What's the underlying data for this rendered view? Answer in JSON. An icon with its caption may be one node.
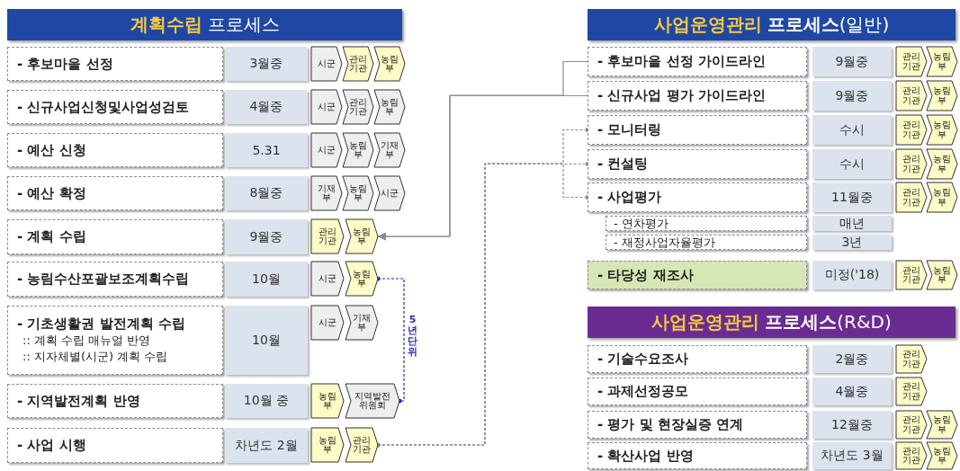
{
  "diagram": {
    "nodes": [
      {
        "text": [
          "계획수립",
          "프로세스"
        ]
      },
      {
        "text": [
          "- 후보마을 선정"
        ]
      },
      {
        "text": [
          "3월중"
        ]
      },
      {
        "text": [
          "시군"
        ]
      },
      {
        "text": [
          "관리 기관"
        ]
      },
      {
        "text": [
          "농림부"
        ]
      },
      {
        "text": [
          "- 신규사업신청및사업성검토"
        ]
      },
      {
        "text": [
          "4월중"
        ]
      },
      {
        "text": [
          "시군"
        ]
      },
      {
        "text": [
          "관리 기관"
        ]
      },
      {
        "text": [
          "농림부"
        ]
      },
      {
        "text": [
          "- 예산 신청"
        ]
      },
      {
        "text": [
          "5.31"
        ]
      },
      {
        "text": [
          "시군"
        ]
      },
      {
        "text": [
          "농림부"
        ]
      },
      {
        "text": [
          "기재부"
        ]
      },
      {
        "text": [
          "- 예산 확정"
        ]
      },
      {
        "text": [
          "8월중"
        ]
      },
      {
        "text": [
          "기재부"
        ]
      },
      {
        "text": [
          "농림부"
        ]
      },
      {
        "text": [
          "시군"
        ]
      },
      {
        "text": [
          "- 계획 수립"
        ]
      },
      {
        "text": [
          "9월중"
        ]
      },
      {
        "text": [
          "관리 기관"
        ]
      },
      {
        "text": [
          "농림부"
        ]
      },
      {
        "text": [
          "- 농림수산포괄보조계획수립"
        ]
      },
      {
        "text": [
          "10월"
        ]
      },
      {
        "text": [
          "시군"
        ]
      },
      {
        "text": [
          "농림부"
        ]
      },
      {
        "text": [
          "- 기초생활권 발전계획 수립",
          ":: 계획 수립 매뉴얼 반영",
          ":: 지자체별(시군) 계획 수립"
        ]
      },
      {
        "text": [
          "10월"
        ]
      },
      {
        "text": [
          "시군"
        ]
      },
      {
        "text": [
          "기재부"
        ]
      },
      {
        "text": [
          "- 지역발전계획 반영"
        ]
      },
      {
        "text": [
          "10월 중"
        ]
      },
      {
        "text": [
          "농림부"
        ]
      },
      {
        "text": [
          "지역발전 위원회"
        ]
      },
      {
        "text": [
          "- 사업 시행"
        ]
      },
      {
        "text": [
          "차년도 2월"
        ]
      },
      {
        "text": [
          "농림부"
        ]
      },
      {
        "text": [
          "관리 기관"
        ]
      },
      {
        "text": [
          "사업운영관리",
          "**프로세스**(일반)"
        ]
      },
      {
        "text": [
          "- 후보마을 선정 가이드라인"
        ]
      },
      {
        "text": [
          "9월중"
        ]
      },
      {
        "text": [
          "관리 기관"
        ]
      },
      {
        "text": [
          "농림부"
        ]
      },
      {
        "text": [
          "- 신규사업 평가 가이드라인"
        ]
      },
      {
        "text": [
          "9월중"
        ]
      },
      {
        "text": [
          "관리 기관"
        ]
      },
      {
        "text": [
          "농림부"
        ]
      },
      {
        "text": [
          "- 모니터링"
        ]
      },
      {
        "text": [
          "수시"
        ]
      },
      {
        "text": [
          "관리 기관"
        ]
      },
      {
        "text": [
          "농림부"
        ]
      },
      {
        "text": [
          "- 컨설팅"
        ]
      },
      {
        "text": [
          "수시"
        ]
      },
      {
        "text": [
          "관리 기관"
        ]
      },
      {
        "text": [
          "농림부"
        ]
      },
      {
        "text": [
          "- 사업평가"
        ]
      },
      {
        "text": [
          "11월중"
        ]
      },
      {
        "text": [
          "관리 기관"
        ]
      },
      {
        "text": [
          "농림부"
        ]
      },
      {
        "text": [
          "- 연차평가"
        ]
      },
      {
        "text": [
          "매년"
        ]
      },
      {
        "text": [
          "- 재정사업자율평가"
        ]
      },
      {
        "text": [
          "3년"
        ]
      },
      {
        "text": [
          "- 타당성 재조사"
        ]
      },
      {
        "text": [
          "미정('18)"
        ]
      },
      {
        "text": [
          "관리 기관"
        ]
      },
      {
        "text": [
          "농림부"
        ]
      },
      {
        "text": [
          "사업운영관리",
          "**프로세스**(R&D)"
        ]
      },
      {
        "text": [
          "- 기술수요조사"
        ]
      },
      {
        "text": [
          "2월중"
        ]
      },
      {
        "text": [
          "관리 기관"
        ]
      },
      {
        "text": [
          "- 과제선정공모"
        ]
      },
      {
        "text": [
          "4월중"
        ]
      },
      {
        "text": [
          "관리 기관"
        ]
      },
      {
        "text": [
          "- 평가 및 현장실증 연계"
        ]
      },
      {
        "text": [
          "12월중"
        ]
      },
      {
        "text": [
          "관리 기관"
        ]
      },
      {
        "text": [
          "농림부"
        ]
      },
      {
        "text": [
          "- 확산사업 반영"
        ]
      },
      {
        "text": [
          "차년도 3월"
        ]
      },
      {
        "text": [
          "관리 기관"
        ]
      },
      {
        "text": [
          "농림부"
        ]
      }
    ],
    "edges": [
      {
        "from": 42,
        "to": 24,
        "arrow": "to"
      },
      {
        "from": 46,
        "to": 24,
        "arrow": "to"
      },
      {
        "from": 40,
        "to": 50,
        "arrow": "other",
        "style": "dashed"
      },
      {
        "from": 40,
        "to": 54,
        "arrow": "other",
        "style": "dashed"
      },
      {
        "from": 40,
        "to": 58,
        "arrow": "other",
        "style": "dashed"
      },
      {
        "from": 28,
        "to": 36,
        "arrow": "other",
        "style": "dashed",
        "color": "#2828b4",
        "label": "5년단위"
      }
    ]
  }
}
